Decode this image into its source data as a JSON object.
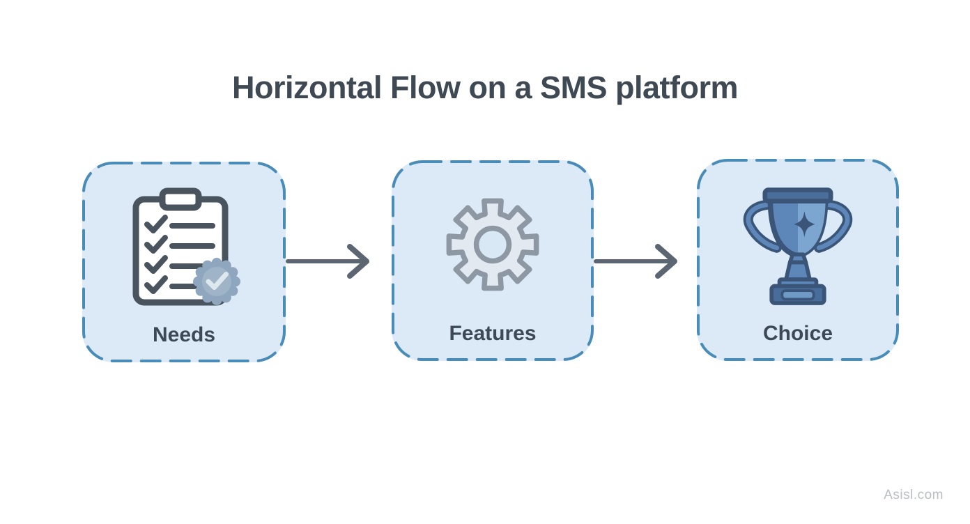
{
  "title": "Horizontal Flow on a SMS platform",
  "watermark": "Asisl.com",
  "flow": {
    "connector": "arrow-right",
    "steps": [
      {
        "label": "Needs",
        "icon": "checklist-clipboard-icon"
      },
      {
        "label": "Features",
        "icon": "gear-icon"
      },
      {
        "label": "Choice",
        "icon": "trophy-icon"
      }
    ]
  },
  "colors": {
    "background": "#ffffff",
    "box_fill": "#dbeaf6",
    "box_border": "#4a8cb8",
    "title_text": "#3e4953",
    "label_text": "#3d4956",
    "arrow": "#5c6672",
    "watermark_text": "#b9bec3",
    "clipboard_outline": "#49545f",
    "badge_fill": "#8fa7be",
    "gear_outline": "#8e98a4",
    "gear_fill": "#e3e9f0",
    "trophy_fill": "#5d87b8",
    "trophy_panel": "#7ca6cf",
    "trophy_outline": "#3a5578"
  }
}
